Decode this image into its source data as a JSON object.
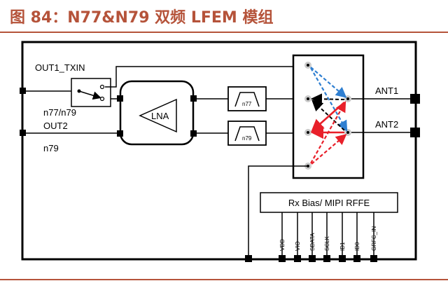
{
  "title": "图 84：N77&N79 双频 LFEM 模组",
  "labels": {
    "out1_txin": "OUT1_TXIN",
    "n77_n79": "n77/n79",
    "out2": "OUT2",
    "n79": "n79",
    "lna": "LNA",
    "filter_n77": "n77",
    "filter_n79": "n79",
    "ant1": "ANT1",
    "ant2": "ANT2",
    "rx_bias": "Rx Bias/ MIPI RFFE"
  },
  "pins": [
    "VDD",
    "VIO",
    "SDATA",
    "SCLK",
    "ID1",
    "ID0",
    "GRFC_IN"
  ],
  "colors": {
    "title": "#b5533a",
    "tx_path": "#e8202a",
    "rx_path": "#2f7fd1",
    "line": "#000000"
  }
}
